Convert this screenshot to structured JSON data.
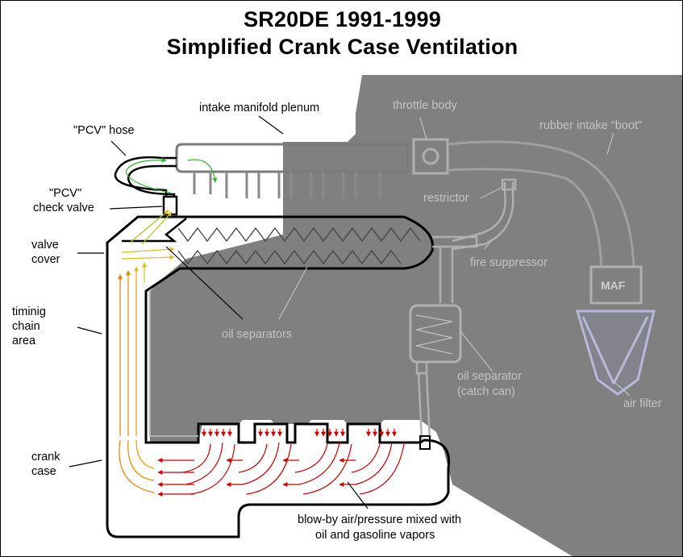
{
  "title": {
    "line1": "SR20DE 1991-1999",
    "line2": "Simplified Crank Case Ventilation"
  },
  "labels": {
    "intake_manifold_plenum": "intake manifold plenum",
    "throttle_body": "throttle body",
    "rubber_intake_boot": "rubber intake \"boot\"",
    "pcv_hose": "\"PCV\" hose",
    "pcv_check_valve_line1": "\"PCV\"",
    "pcv_check_valve_line2": "check valve",
    "restrictor": "restrictor",
    "valve_cover_line1": "valve",
    "valve_cover_line2": "cover",
    "fire_suppressor": "fire suppressor",
    "maf": "MAF",
    "timing_chain_line1": "timinig",
    "timing_chain_line2": "chain",
    "timing_chain_line3": "area",
    "oil_separators": "oil separators",
    "oil_separator_catch_can_line1": "oil separator",
    "oil_separator_catch_can_line2": "(catch can)",
    "air_filter": "air filter",
    "crank_case_line1": "crank",
    "crank_case_line2": "case",
    "blow_by_line1": "blow-by air/pressure mixed with",
    "blow_by_line2": "oil and gasoline vapors"
  },
  "colors": {
    "engine_shade": "#808080",
    "outline": "#000000",
    "outline_on_shade": "#b0b0b0",
    "blow_by_arrows": "#cc0000",
    "fresh_air_arrows": "#2db52d",
    "timing_chain_arrows": "#e08000"
  }
}
